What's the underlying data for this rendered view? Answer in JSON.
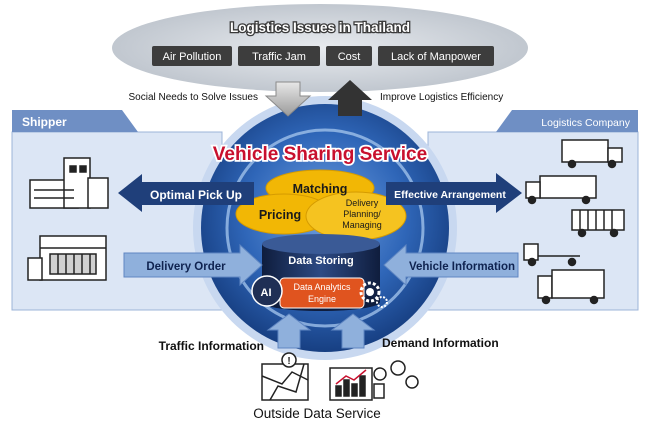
{
  "top": {
    "title": "Logistics Issues in Thailand",
    "issues": [
      "Air Pollution",
      "Traffic Jam",
      "Cost",
      "Lack of Manpower"
    ]
  },
  "needs": {
    "left_caption": "Social Needs to Solve Issues",
    "right_caption": "Improve Logistics Efficiency"
  },
  "shipper": {
    "label": "Shipper",
    "optimal_pickup": "Optimal Pick Up",
    "delivery_order": "Delivery Order"
  },
  "logistics": {
    "label": "Logistics Company",
    "effective_arrangement": "Effective Arrangement",
    "vehicle_information": "Vehicle Information"
  },
  "service": {
    "title": "Vehicle Sharing Service",
    "matching": "Matching",
    "pricing": "Pricing",
    "delivery_line1": "Delivery",
    "delivery_line2": "Planning/",
    "delivery_line3": "Managing",
    "data_storing": "Data Storing",
    "ai": "AI",
    "engine_line1": "Data Analytics",
    "engine_line2": "Engine"
  },
  "bottom": {
    "traffic_information": "Traffic Information",
    "demand_information": "Demand Information",
    "outside_data_service": "Outside Data Service",
    "alert_mark": "!"
  },
  "colors": {
    "navy": "#1f3f7a",
    "panel": "#dce6f5",
    "orb": "#2a5fae",
    "yellow": "#f2b705",
    "red_title": "#c8102e",
    "arrow_light": "#8fb0dc"
  }
}
